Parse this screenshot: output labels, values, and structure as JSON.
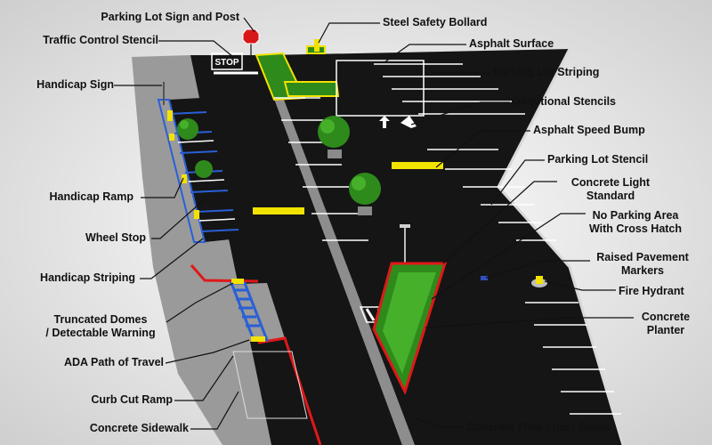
{
  "stencil_text": "STOP",
  "labels": {
    "parking_lot_sign_and_post": "Parking Lot Sign and Post",
    "traffic_control_stencil": "Traffic Control Stencil",
    "handicap_sign": "Handicap Sign",
    "handicap_ramp": "Handicap Ramp",
    "wheel_stop": "Wheel Stop",
    "handicap_striping": "Handicap Striping",
    "truncated_domes": "Truncated Domes\n/ Detectable Warning",
    "ada_path_of_travel": "ADA Path of Travel",
    "curb_cut_ramp": "Curb Cut Ramp",
    "concrete_sidewalk": "Concrete Sidewalk",
    "steel_safety_bollard": "Steel Safety Bollard",
    "asphalt_surface": "Asphalt Surface",
    "parking_lot_striping": "Parking Lot Striping",
    "directional_stencils": "Directional Stencils",
    "asphalt_speed_bump": "Asphalt Speed Bump",
    "parking_lot_stencil": "Parking Lot Stencil",
    "concrete_light_standard": "Concrete Light\nStandard",
    "no_parking_area": "No Parking Area\nWith Cross Hatch",
    "raised_pavement_markers": "Raised Pavement\nMarkers",
    "fire_hydrant": "Fire Hydrant",
    "concrete_planter": "Concrete\nPlanter",
    "concrete_flow_line": "Concrete Flow Line / Swale"
  },
  "colors": {
    "background": "#e9e9e9",
    "asphalt": "#151515",
    "concrete": "#9a9a9a",
    "curb_red": "#e01818",
    "handicap_blue": "#2a5fd6",
    "speed_bump_yellow": "#f2e200",
    "planting_green": "#2f8a1c"
  }
}
